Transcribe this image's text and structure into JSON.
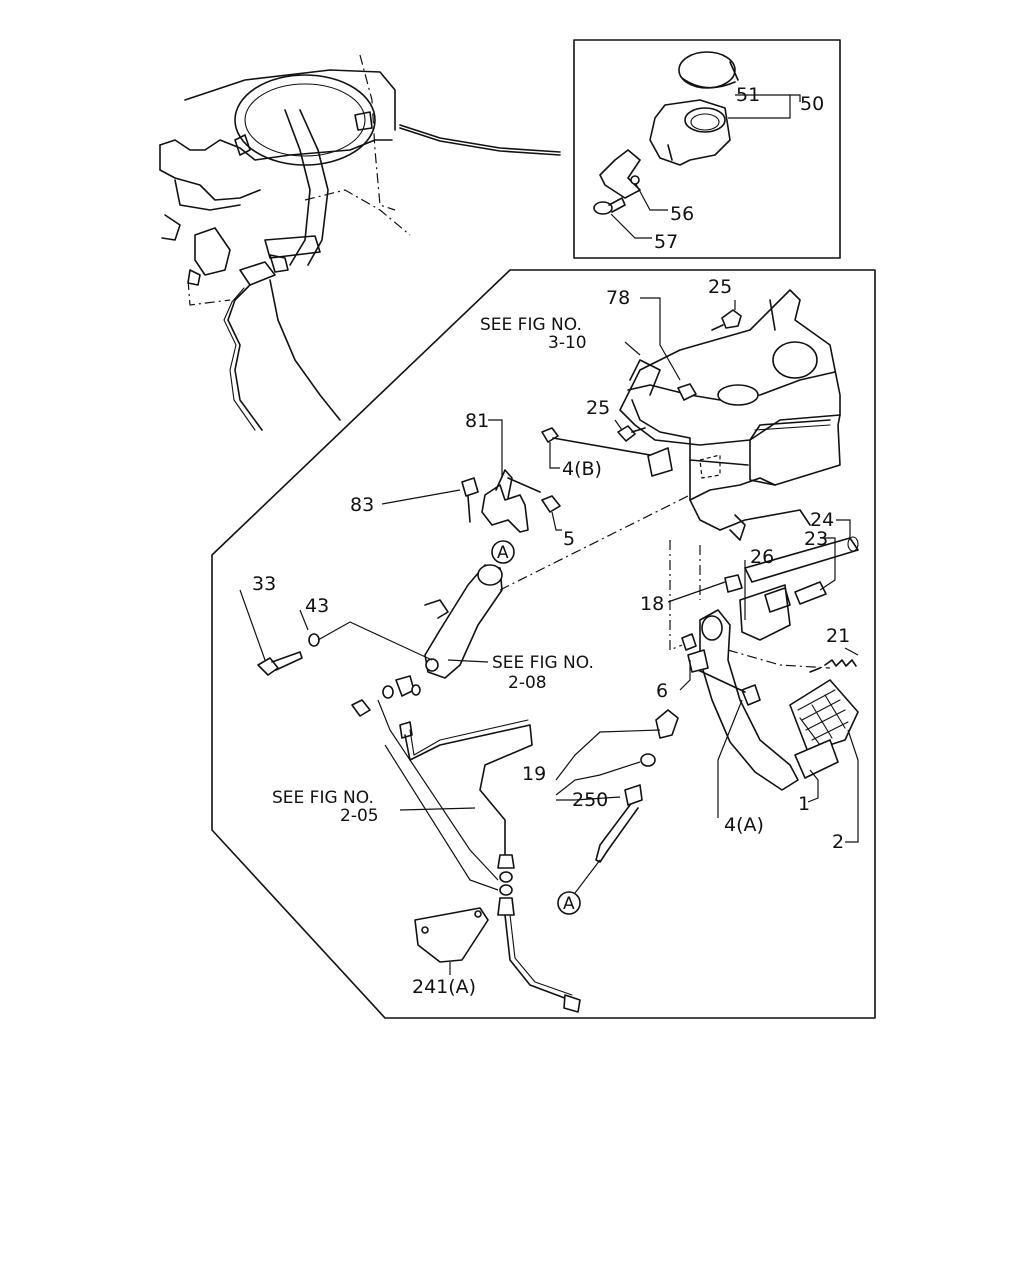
{
  "callouts": {
    "c51": "51",
    "c50": "50",
    "c56": "56",
    "c57": "57",
    "c78": "78",
    "c25a": "25",
    "c25b": "25",
    "c81": "81",
    "c4b": "4(B)",
    "c83": "83",
    "c5": "5",
    "c24": "24",
    "c23": "23",
    "c26": "26",
    "c33": "33",
    "c43": "43",
    "c18": "18",
    "c21": "21",
    "c6": "6",
    "c19": "19",
    "c250": "250",
    "c1": "1",
    "c4a": "4(A)",
    "c2": "2",
    "c241a": "241(A)"
  },
  "references": {
    "fig_3_10_line1": "SEE FIG NO.",
    "fig_3_10_line2": "3-10",
    "fig_2_08_line1": "SEE FIG NO.",
    "fig_2_08_line2": "2-08",
    "fig_2_05_line1": "SEE FIG NO.",
    "fig_2_05_line2": "2-05"
  },
  "markers": {
    "a_top": "A",
    "a_bottom": "A"
  }
}
